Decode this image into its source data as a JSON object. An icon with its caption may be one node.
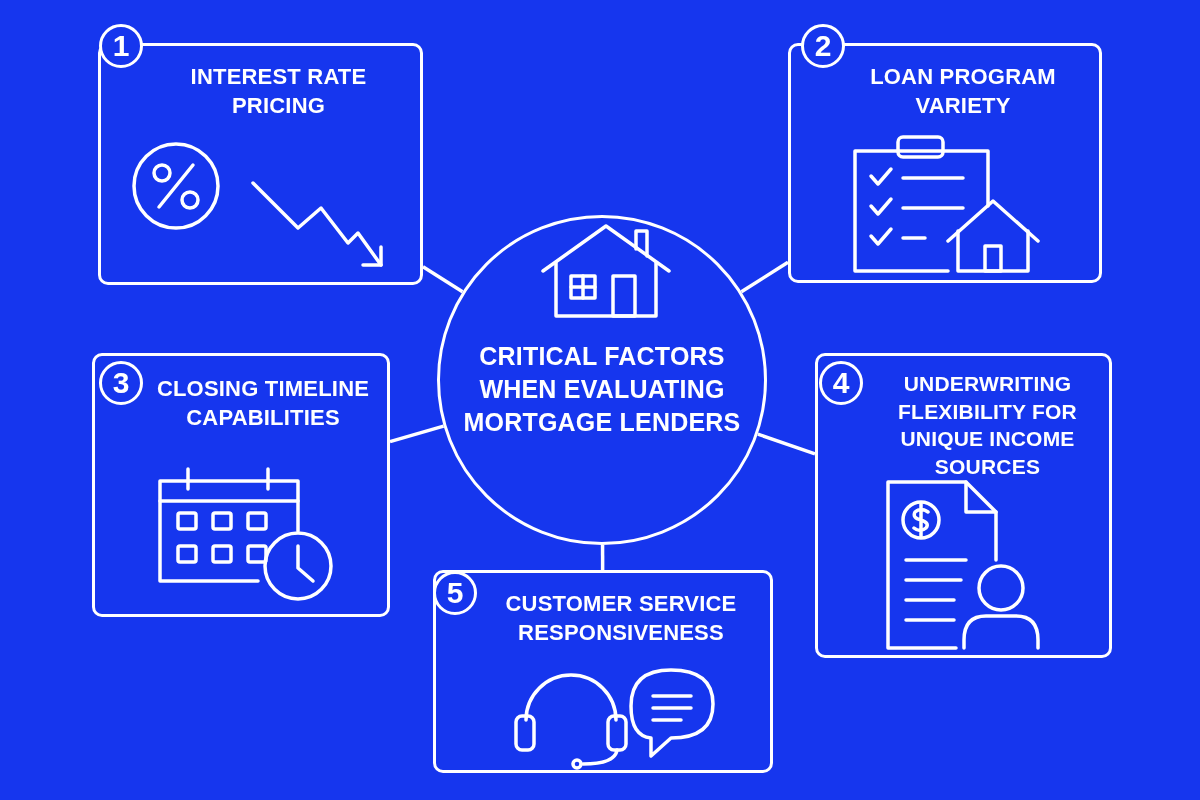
{
  "diagram": {
    "nodes": [
      {
        "text": [
          "CRITICAL FACTORS WHEN EVALUATING MORTGAGE LENDERS"
        ]
      },
      {
        "text": [
          "1",
          "INTEREST RATE PRICING"
        ]
      },
      {
        "text": [
          "2",
          "LOAN PROGRAM VARIETY"
        ]
      },
      {
        "text": [
          "3",
          "CLOSING TIMELINE CAPABILITIES"
        ]
      },
      {
        "text": [
          "4",
          "UNDERWRITING FLEXIBILITY FOR UNIQUE INCOME SOURCES"
        ]
      },
      {
        "text": [
          "5",
          "CUSTOMER SERVICE RESPONSIVENESS"
        ]
      }
    ],
    "edges": [
      {
        "from": 0,
        "to": 1,
        "arrow": "none"
      },
      {
        "from": 0,
        "to": 2,
        "arrow": "none"
      },
      {
        "from": 0,
        "to": 3,
        "arrow": "none"
      },
      {
        "from": 0,
        "to": 4,
        "arrow": "none"
      },
      {
        "from": 0,
        "to": 5,
        "arrow": "none"
      }
    ]
  }
}
